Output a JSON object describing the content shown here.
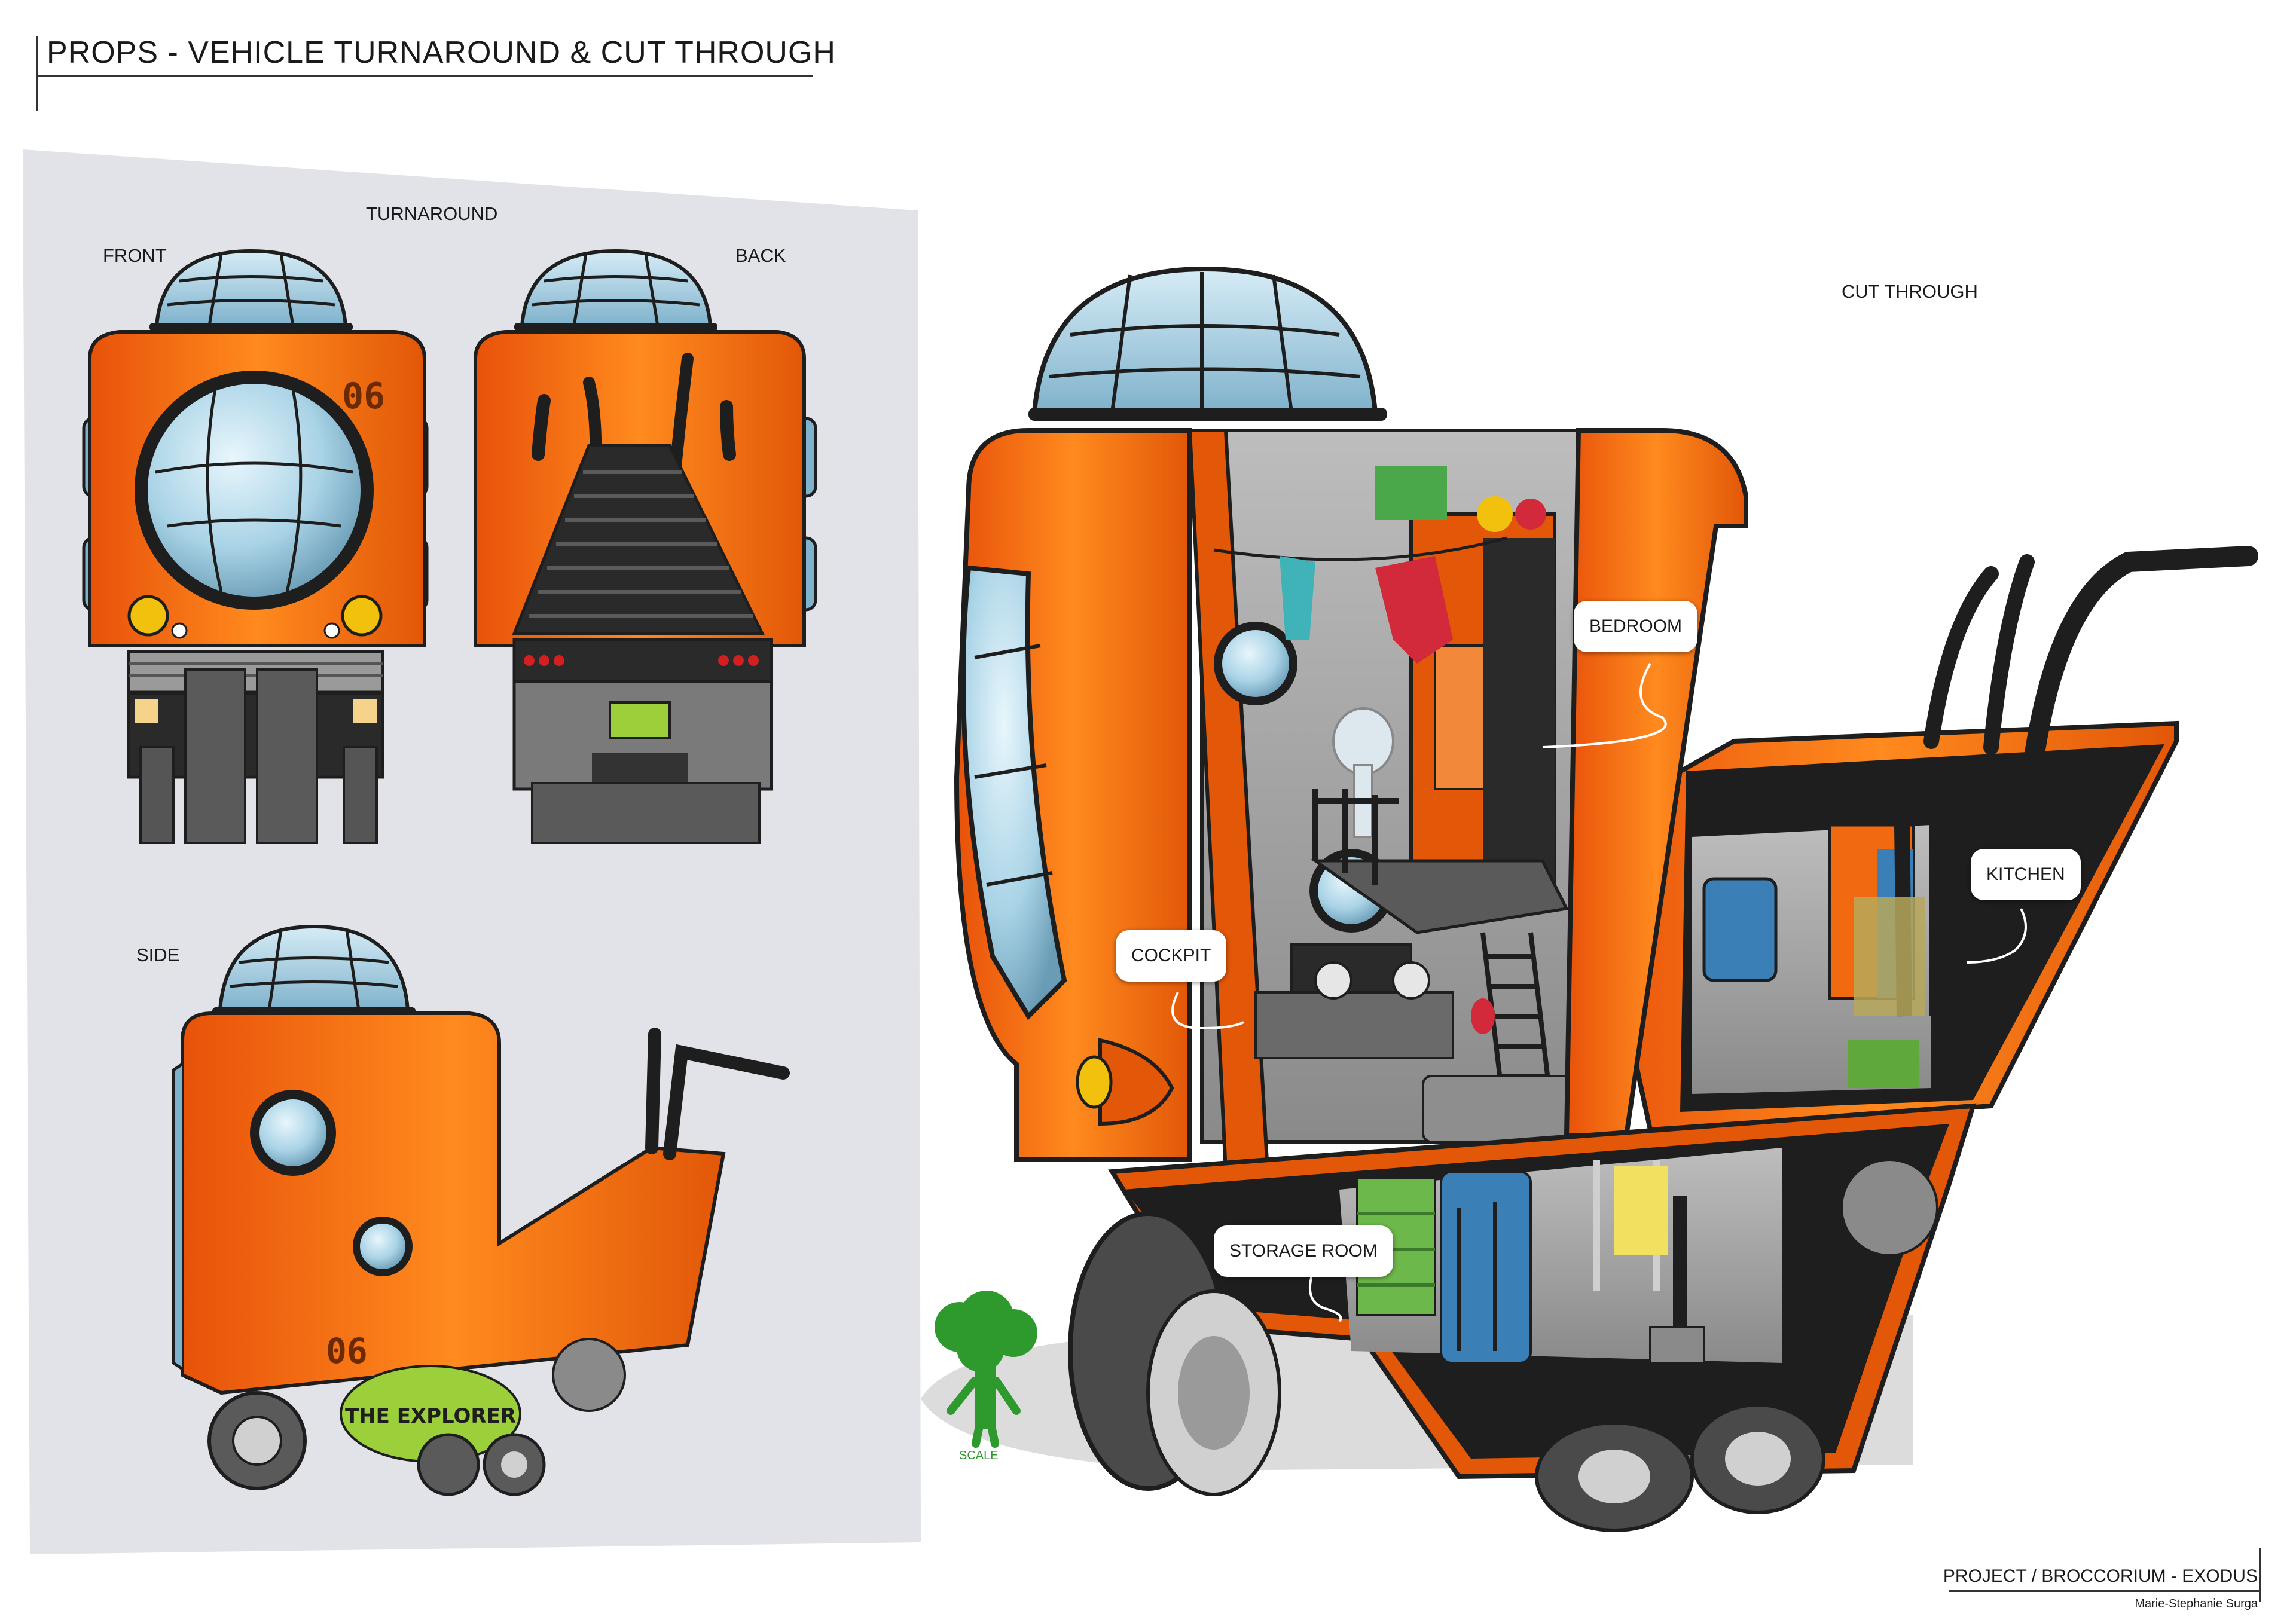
{
  "header": {
    "title": "PROPS - VEHICLE TURNAROUND & CUT THROUGH"
  },
  "turnaround": {
    "heading": "TURNAROUND",
    "front_label": "FRONT",
    "back_label": "BACK",
    "side_label": "SIDE",
    "vehicle_number": "06",
    "side_decal": "THE EXPLORER"
  },
  "cutthrough": {
    "heading": "CUT THROUGH",
    "callouts": {
      "bedroom": "BEDROOM",
      "kitchen": "KITCHEN",
      "cockpit": "COCKPIT",
      "storage": "STORAGE ROOM"
    },
    "scale_label": "SCALE"
  },
  "footer": {
    "project": "PROJECT / BROCCORIUM - EXODUS",
    "artist": "Marie-Stephanie Surga"
  },
  "colors": {
    "body_orange": "#F26A0F",
    "dark": "#1E1E1E",
    "glass": "#A9D3E6",
    "panel_bg": "#E1E3E8",
    "scale_green": "#2E9A2E"
  }
}
